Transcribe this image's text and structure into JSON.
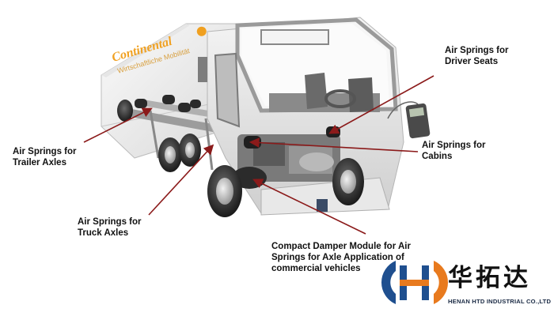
{
  "brand": {
    "name": "Continental",
    "tagline": "Wirtschaftliche Mobilität"
  },
  "callouts": [
    {
      "id": "driver-seats",
      "text": "Air Springs for\nDriver Seats"
    },
    {
      "id": "cabins",
      "text": "Air Springs for\nCabins"
    },
    {
      "id": "trailer-axles",
      "text": "Air Springs for\nTrailer Axles"
    },
    {
      "id": "truck-axles",
      "text": "Air Springs for\nTruck Axles"
    },
    {
      "id": "damper-module",
      "text": "Compact Damper Module for Air\nSprings for Axle Application of\ncommercial vehicles"
    }
  ],
  "logo": {
    "chinese_name": "华拓达",
    "english_name": "HENAN HTD INDUSTRIAL CO.,LTD",
    "colors": {
      "blue": "#1f4f8f",
      "orange": "#e87a1e"
    }
  },
  "colors": {
    "arrow": "#8b1a1a",
    "text": "#111111"
  }
}
